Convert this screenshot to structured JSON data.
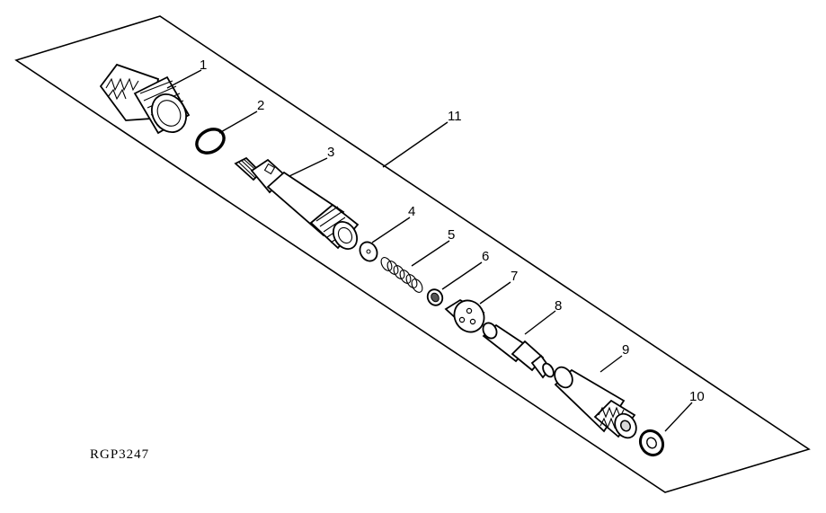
{
  "diagram": {
    "reference": "RGP3247",
    "callouts": {
      "c1": "1",
      "c2": "2",
      "c3": "3",
      "c4": "4",
      "c5": "5",
      "c6": "6",
      "c7": "7",
      "c8": "8",
      "c9": "9",
      "c10": "10",
      "c11": "11"
    }
  }
}
